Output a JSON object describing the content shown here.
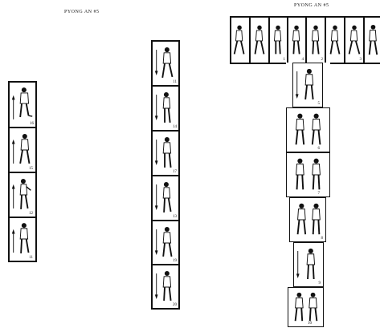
{
  "page": {
    "title_left": "PYONG AN #5",
    "title_right": "PYONG AN #5"
  },
  "strip_left": {
    "labels": [
      "16",
      "15",
      "12",
      "11"
    ]
  },
  "strip_middle": {
    "labels": [
      "11",
      "14",
      "17",
      "13",
      "19",
      "20"
    ]
  },
  "strip_right_top": {
    "labels": [
      "",
      "",
      "1",
      "4",
      "2",
      "",
      "3",
      ""
    ]
  },
  "strip_right_column": {
    "labels": [
      "5",
      "6",
      "7",
      "8",
      "9",
      "10"
    ]
  }
}
